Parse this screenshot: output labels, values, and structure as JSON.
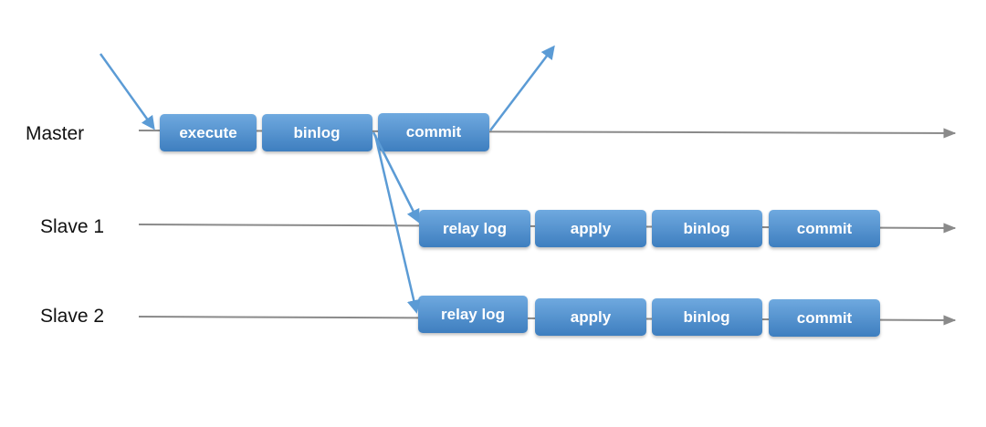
{
  "rows": {
    "master": {
      "label": "Master",
      "steps": [
        "execute",
        "binlog",
        "commit"
      ]
    },
    "slave1": {
      "label": "Slave 1",
      "steps": [
        "relay log",
        "apply",
        "binlog",
        "commit"
      ]
    },
    "slave2": {
      "label": "Slave 2",
      "steps": [
        "relay log",
        "apply",
        "binlog",
        "commit"
      ]
    }
  },
  "colors": {
    "box_top": "#6aa6dd",
    "box_bottom": "#3f7fc0",
    "arrow": "#5b9bd5",
    "timeline": "#8a8a8a",
    "label": "#111111"
  }
}
